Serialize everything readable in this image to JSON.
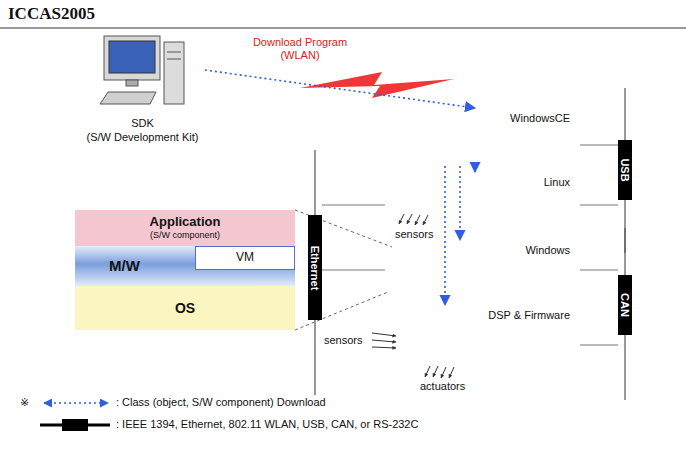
{
  "diagram": {
    "nodes": [
      {
        "text": [
          "SDK",
          "(S/W Development Kit)"
        ]
      },
      {
        "text": [
          "WindowsCE"
        ]
      },
      {
        "text": [
          "Linux"
        ]
      },
      {
        "text": [
          "Windows"
        ]
      },
      {
        "text": [
          "DSP & Firmware"
        ]
      },
      {
        "text": [
          "USB"
        ]
      },
      {
        "text": [
          "Ethernet"
        ]
      },
      {
        "text": [
          "CAN"
        ]
      },
      {
        "text": [
          "Application",
          "(S/W component)"
        ]
      },
      {
        "text": [
          "M/W"
        ]
      },
      {
        "text": [
          "VM"
        ],
        "in": 9
      },
      {
        "text": [
          "OS"
        ]
      }
    ],
    "edges": [
      {
        "from": 0,
        "to": 1,
        "arrow": "to",
        "label": "Download Program (WLAN)"
      },
      {
        "from": 1,
        "to": 2,
        "arrow": "to"
      },
      {
        "from": 1,
        "to": 3,
        "arrow": "to"
      },
      {
        "from": 1,
        "to": 4,
        "arrow": "to"
      },
      {
        "from": 1,
        "to": 5,
        "arrow": "none"
      },
      {
        "from": 2,
        "to": 5,
        "arrow": "none"
      },
      {
        "from": 2,
        "to": 6,
        "arrow": "none"
      },
      {
        "from": 3,
        "to": 6,
        "arrow": "none"
      },
      {
        "from": 3,
        "to": 7,
        "arrow": "none"
      },
      {
        "from": 4,
        "to": 7,
        "arrow": "none"
      }
    ],
    "labels": [
      "ICCAS2005",
      "sensors",
      "sensors",
      "actuators",
      "※"
    ],
    "legend": [
      {
        "text": ": Class (object, S/W component) Download"
      },
      {
        "text": ": IEEE 1394, Ethernet, 802.11 WLAN, USB, CAN, or RS-232C"
      }
    ]
  }
}
